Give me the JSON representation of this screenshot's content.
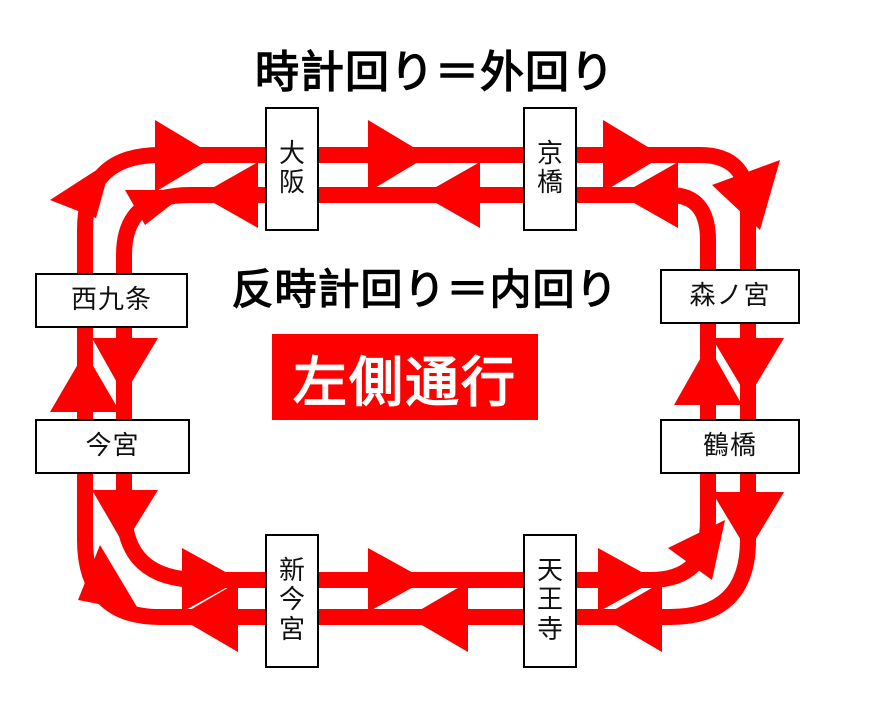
{
  "title_outer": "時計回り＝外回り",
  "title_inner": "反時計回り＝内回り",
  "rule_label": "左側通行",
  "colors": {
    "line": "#ff0000",
    "badge": "#ff0000",
    "badge_text": "#ffffff",
    "station_border": "#000000"
  },
  "stations": {
    "osaka": "大阪",
    "kyobashi": "京橋",
    "morinomiya": "森ノ宮",
    "tsuruhashi": "鶴橋",
    "tennoji": "天王寺",
    "shin_imamiya": "新今宮",
    "imamiya": "今宮",
    "nishikujo": "西九条"
  }
}
